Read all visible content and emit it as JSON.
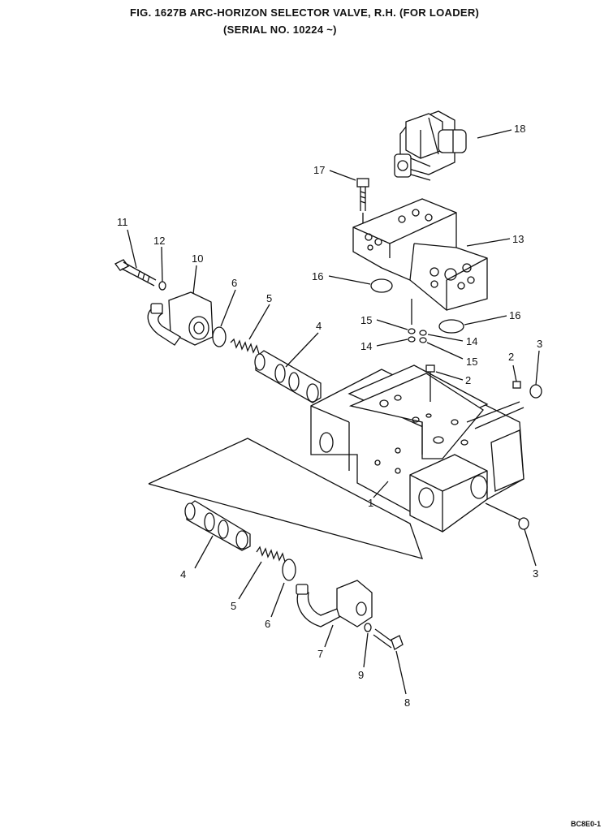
{
  "header": {
    "title": "FIG. 1627B   ARC-HORIZON SELECTOR VALVE, R.H. (FOR LOADER)",
    "serial": "(SERIAL NO. 10224 ~)"
  },
  "footer": {
    "code": "BC8E0-1"
  },
  "callouts": {
    "p1": "1",
    "p2a": "2",
    "p2b": "2",
    "p3a": "3",
    "p3b": "3",
    "p4a": "4",
    "p4b": "4",
    "p5a": "5",
    "p5b": "5",
    "p6a": "6",
    "p6b": "6",
    "p7": "7",
    "p8": "8",
    "p9": "9",
    "p10": "10",
    "p11": "11",
    "p12": "12",
    "p13": "13",
    "p14a": "14",
    "p14b": "14",
    "p15a": "15",
    "p15b": "15",
    "p16a": "16",
    "p16b": "16",
    "p17": "17",
    "p18": "18"
  }
}
